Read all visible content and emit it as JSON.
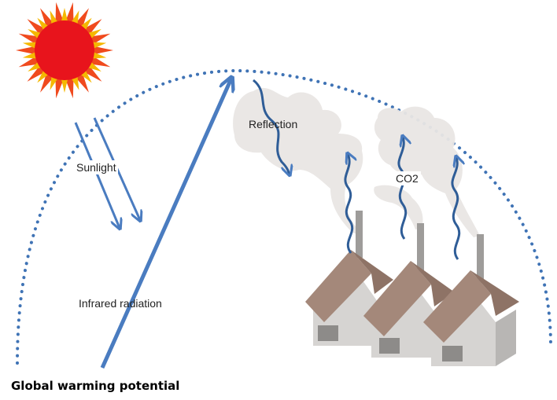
{
  "labels": {
    "sunlight": "Sunlight",
    "reflection": "Reflection",
    "co2": "CO2",
    "infrared": "Infrared radiation"
  },
  "title": "Global warming potential",
  "colors": {
    "atmosphere_dots": "#3f73b5",
    "arrow": "#4a7cc0",
    "sun_core": "#e8141c",
    "sun_ray_outer": "#f04a1e",
    "sun_ray_inner": "#f5b800",
    "smoke": "#e9e6e4",
    "roof": "#a4887a",
    "wall": "#d6d4d2",
    "chimney": "#9e9c9a"
  },
  "icons": [
    "sun-icon",
    "factory-icon",
    "smoke-cloud-icon"
  ]
}
